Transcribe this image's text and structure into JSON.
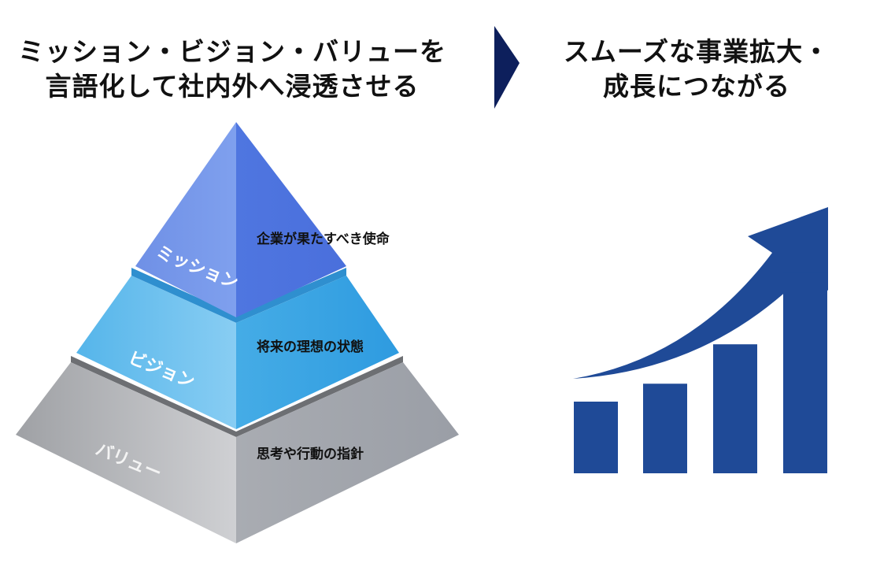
{
  "left_title": {
    "line1": "ミッション・ビジョン・バリューを",
    "line2": "言語化して社内外へ浸透させる"
  },
  "right_title": {
    "line1": "スムーズな事業拡大・",
    "line2": "成長につながる"
  },
  "pyramid": [
    {
      "label": "ミッション",
      "description": "企業が果たすべき使命",
      "color": "#5b7fe0"
    },
    {
      "label": "ビジョン",
      "description": "将来の理想の状態",
      "color": "#4aaee8"
    },
    {
      "label": "バリュー",
      "description": "思考や行動の指針",
      "color": "#b4b6ba"
    }
  ],
  "colors": {
    "arrow": "#0d1f5c",
    "growth": "#1f4a97"
  },
  "growth_bars": [
    1,
    1.25,
    1.8,
    2.8
  ]
}
